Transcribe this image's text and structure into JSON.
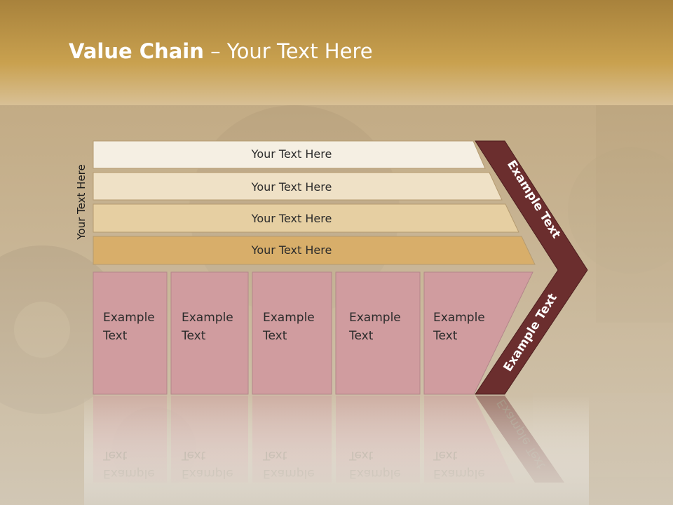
{
  "slide": {
    "title_bold": "Value Chain",
    "title_rest": " – Your Text Here",
    "side_label": "Your Text Here"
  },
  "bands": [
    {
      "label": "Your Text Here",
      "color": "#f5efe3"
    },
    {
      "label": "Your Text Here",
      "color": "#efe1c6"
    },
    {
      "label": "Your Text Here",
      "color": "#e6cfa2"
    },
    {
      "label": "Your Text Here",
      "color": "#d8ae6a"
    }
  ],
  "boxes": [
    {
      "line1": "Example",
      "line2": "Text"
    },
    {
      "line1": "Example",
      "line2": "Text"
    },
    {
      "line1": "Example",
      "line2": "Text"
    },
    {
      "line1": "Example",
      "line2": "Text"
    },
    {
      "line1": "Example",
      "line2": "Text"
    }
  ],
  "chevron": {
    "upper_label": "Example Text",
    "lower_label": "Example Text",
    "color": "#6b2e2e"
  },
  "colors": {
    "box_fill": "#d09c9f",
    "header_gold": "#c8a04e"
  }
}
